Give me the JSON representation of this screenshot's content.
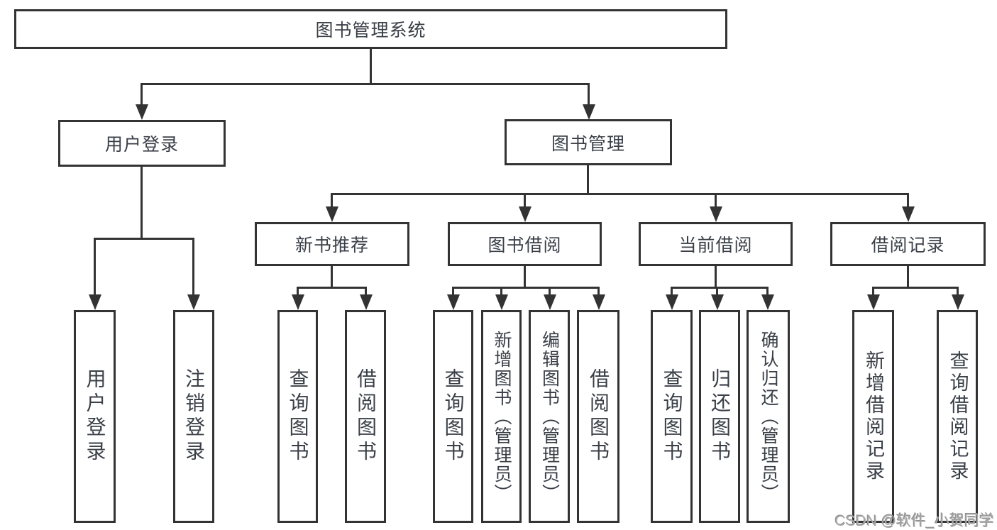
{
  "diagram": {
    "title": "图书管理系统",
    "root": {
      "label": "图书管理系统"
    },
    "branches": [
      {
        "label": "用户登录",
        "children": [
          "用户登录",
          "注销登录"
        ]
      },
      {
        "label": "图书管理",
        "children": [
          {
            "label": "新书推荐",
            "children": [
              "查询图书",
              "借阅图书"
            ]
          },
          {
            "label": "图书借阅",
            "children": [
              "查询图书",
              "新增图书（管理员）",
              "编辑图书（管理员）",
              "借阅图书"
            ]
          },
          {
            "label": "当前借阅",
            "children": [
              "查询图书",
              "归还图书",
              "确认归还（管理员）"
            ]
          },
          {
            "label": "借阅记录",
            "children": [
              "新增借阅记录",
              "查询借阅记录"
            ]
          }
        ]
      }
    ]
  },
  "watermark": {
    "text": "CSDN @软件_小贺同学"
  },
  "colors": {
    "line": "#333333",
    "box_background": "#ffffff",
    "text": "#3a3f47",
    "watermark": "#a8a8a8"
  }
}
